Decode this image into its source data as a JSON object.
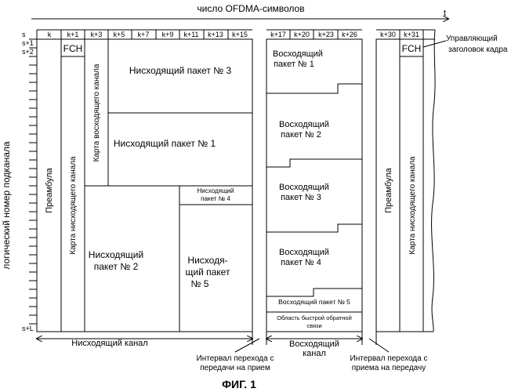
{
  "figure": {
    "top_axis_label": "число OFDMA-символов",
    "time_axis_label": "t",
    "y_axis_label": "логический номер подканала",
    "caption": "ФИГ. 1"
  },
  "symbol_labels": {
    "downlink": [
      "k",
      "k+1",
      "k+3",
      "k+5",
      "k+7",
      "k+9",
      "k+11",
      "k+13",
      "k+15"
    ],
    "uplink": [
      "k+17",
      "k+20",
      "k+23",
      "k+26"
    ],
    "next_frame": [
      "k+30",
      "k+31"
    ]
  },
  "subchannel_labels": {
    "first": "s",
    "second": "s+1",
    "third": "s+2",
    "last": "s+L"
  },
  "downlink_blocks": {
    "preamble": "Преамбула",
    "fch": "FCH",
    "dl_map": "Карта нисходящего канала",
    "ul_map": "Карта восходящего канала",
    "burst3": "Нисходящий пакет № 3",
    "burst1": "Нисходящий пакет № 1",
    "burst4_line1": "Нисходящий",
    "burst4_line2": "пакет № 4",
    "burst2_line1": "Нисходящий",
    "burst2_line2": "пакет № 2",
    "burst5_line1": "Нисходя-",
    "burst5_line2": "щий пакет",
    "burst5_line3": "№ 5"
  },
  "uplink_blocks": {
    "burst1_line1": "Восходящий",
    "burst1_line2": "пакет № 1",
    "burst2_line1": "Восходящий",
    "burst2_line2": "пакет № 2",
    "burst3_line1": "Восходящий",
    "burst3_line2": "пакет № 3",
    "burst4_line1": "Восходящий",
    "burst4_line2": "пакет № 4",
    "burst5": "Восходящий пакет № 5",
    "ranging_line1": "Область быстрой обратной",
    "ranging_line2": "связи"
  },
  "next_frame_blocks": {
    "preamble": "Преамбула",
    "fch": "FCH",
    "dl_map": "Карта нисходящего канала"
  },
  "annotations": {
    "fch_callout_line1": "Управляющий",
    "fch_callout_line2": "заголовок кадра",
    "downlink_span": "Нисходящий канал",
    "uplink_span_line1": "Восходящий",
    "uplink_span_line2": "канал",
    "ttg_line1": "Интервал перехода с",
    "ttg_line2": "передачи на прием",
    "rtg_line1": "Интервал перехода с",
    "rtg_line2": "приема на передачу"
  }
}
